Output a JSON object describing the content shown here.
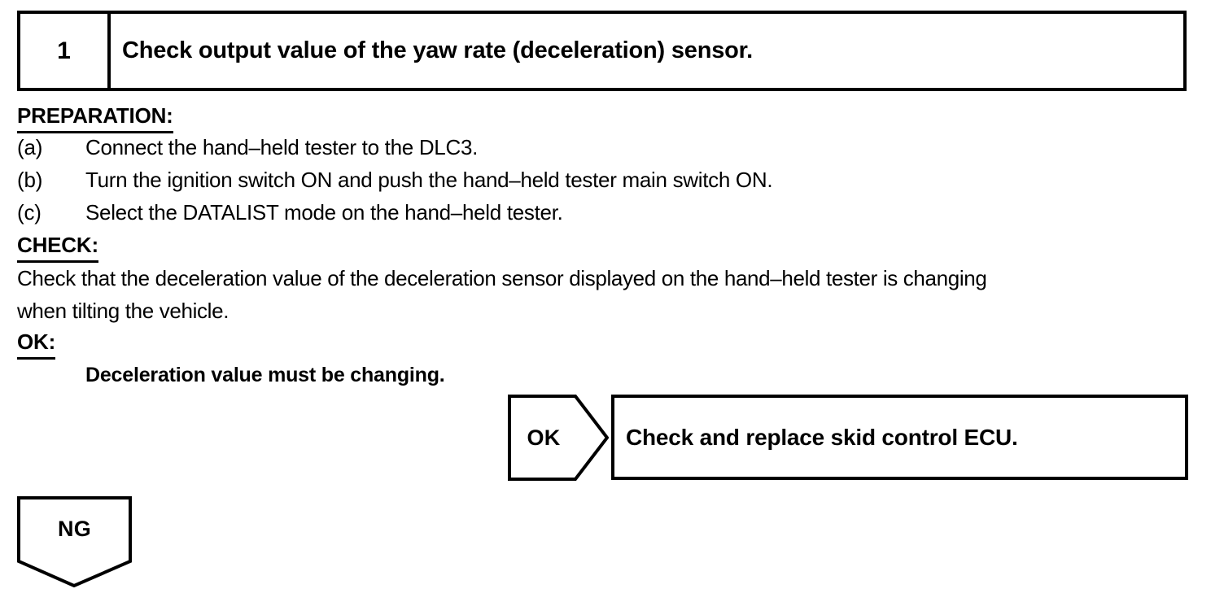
{
  "step": {
    "number": "1",
    "title": "Check output value of the yaw rate (deceleration) sensor."
  },
  "preparation": {
    "heading": "PREPARATION:",
    "items": [
      {
        "label": "(a)",
        "text": "Connect the hand–held tester to the DLC3."
      },
      {
        "label": "(b)",
        "text": "Turn the ignition switch ON and push the hand–held tester main switch ON."
      },
      {
        "label": "(c)",
        "text": "Select the DATALIST mode on the hand–held tester."
      }
    ]
  },
  "check": {
    "heading": "CHECK:",
    "lines": [
      "Check that the deceleration value of the deceleration sensor displayed on the hand–held tester is changing",
      "when tilting the vehicle."
    ]
  },
  "ok": {
    "heading": "OK:",
    "value": "Deceleration value must be changing."
  },
  "branches": {
    "ok_label": "OK",
    "ok_result": "Check and replace skid control ECU.",
    "ng_label": "NG"
  },
  "colors": {
    "ink": "#000000",
    "paper": "#ffffff"
  }
}
